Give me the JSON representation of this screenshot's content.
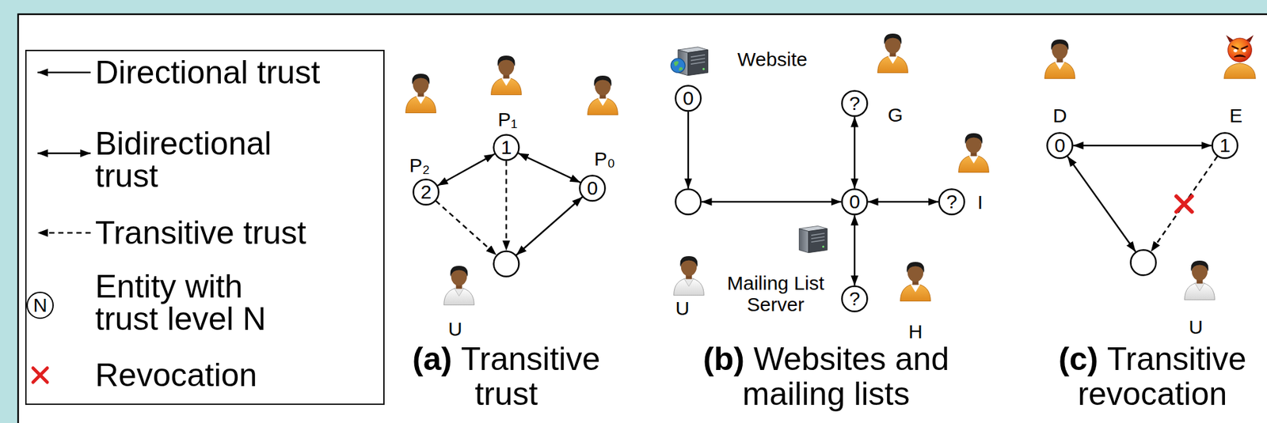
{
  "diagram": {
    "nodes": [
      {
        "text": [
          "2",
          "P₂"
        ]
      },
      {
        "text": [
          "1",
          "P₁"
        ]
      },
      {
        "text": [
          "0",
          "P₀"
        ]
      },
      {
        "text": [
          "U"
        ]
      },
      {
        "text": [
          "0",
          "Website"
        ]
      },
      {
        "text": [
          "U"
        ]
      },
      {
        "text": [
          "0",
          "Mailing List Server"
        ]
      },
      {
        "text": [
          "?",
          "G"
        ]
      },
      {
        "text": [
          "?",
          "I"
        ]
      },
      {
        "text": [
          "?",
          "H"
        ]
      },
      {
        "text": [
          "0",
          "D"
        ]
      },
      {
        "text": [
          "1",
          "E"
        ]
      },
      {
        "text": [
          "U"
        ]
      }
    ],
    "edges": [
      {
        "from": 0,
        "to": 1,
        "arrow": "both"
      },
      {
        "from": 1,
        "to": 2,
        "arrow": "both"
      },
      {
        "from": 2,
        "to": 3,
        "arrow": "both"
      },
      {
        "from": 0,
        "to": 3,
        "arrow": "to"
      },
      {
        "from": 1,
        "to": 3,
        "arrow": "to"
      },
      {
        "from": 4,
        "to": 5,
        "arrow": "to"
      },
      {
        "from": 5,
        "to": 6,
        "arrow": "both"
      },
      {
        "from": 6,
        "to": 7,
        "arrow": "both"
      },
      {
        "from": 6,
        "to": 8,
        "arrow": "both"
      },
      {
        "from": 6,
        "to": 9,
        "arrow": "both"
      },
      {
        "from": 10,
        "to": 11,
        "arrow": "both"
      },
      {
        "from": 10,
        "to": 12,
        "arrow": "both"
      },
      {
        "from": 11,
        "to": 12,
        "arrow": "to"
      }
    ],
    "labels": [
      "N",
      "(a)",
      "Transitive trust",
      "(b)",
      "Websites and mailing lists",
      "(c)",
      "Transitive revocation"
    ],
    "legend": [
      {
        "text": "Directional trust"
      },
      {
        "text": "Bidirectional trust"
      },
      {
        "text": "Transitive trust"
      },
      {
        "text": "Entity with trust level N"
      },
      {
        "text": "Revocation"
      }
    ]
  }
}
